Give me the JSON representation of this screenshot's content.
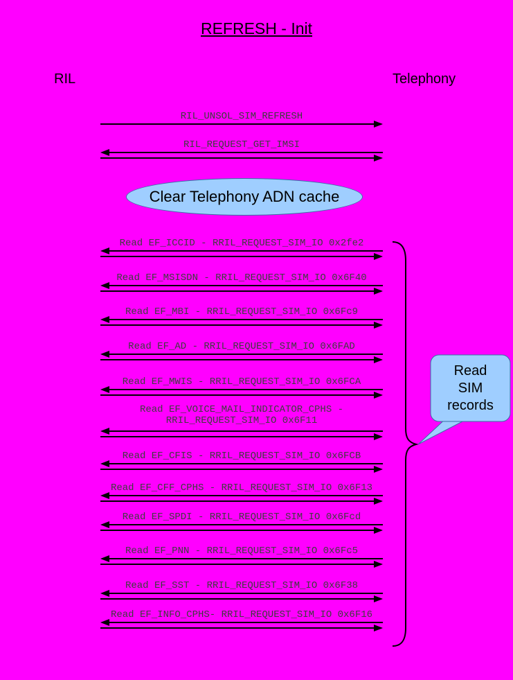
{
  "title": "REFRESH - Init",
  "participants": {
    "left": "RIL",
    "right": "Telephony"
  },
  "note": {
    "label": "Clear Telephony ADN cache"
  },
  "callout": {
    "label": "Read\nSIM\nrecords"
  },
  "colors": {
    "background": "#FF00FF",
    "shape_fill": "#9FCEFF",
    "shape_outline": "#3A6EA5",
    "line": "#000000",
    "label_text": "#3D3D3D"
  },
  "messages": [
    {
      "label": "RIL_UNSOL_SIM_REFRESH",
      "direction": "right"
    },
    {
      "label": "RIL_REQUEST_GET_IMSI",
      "direction": "both"
    },
    {
      "label": "Read EF_ICCID - RRIL_REQUEST_SIM_IO 0x2fe2",
      "direction": "both"
    },
    {
      "label": "Read EF_MSISDN - RRIL_REQUEST_SIM_IO 0x6F40",
      "direction": "both"
    },
    {
      "label": "Read EF_MBI - RRIL_REQUEST_SIM_IO 0x6Fc9",
      "direction": "both"
    },
    {
      "label": "Read EF_AD - RRIL_REQUEST_SIM_IO 0x6FAD",
      "direction": "both"
    },
    {
      "label": "Read EF_MWIS - RRIL_REQUEST_SIM_IO 0x6FCA",
      "direction": "both"
    },
    {
      "label": "Read EF_VOICE_MAIL_INDICATOR_CPHS -\nRRIL_REQUEST_SIM_IO 0x6F11",
      "direction": "both"
    },
    {
      "label": "Read EF_CFIS - RRIL_REQUEST_SIM_IO 0x6FCB",
      "direction": "both"
    },
    {
      "label": "Read EF_CFF_CPHS - RRIL_REQUEST_SIM_IO 0x6F13",
      "direction": "both"
    },
    {
      "label": "Read EF_SPDI - RRIL_REQUEST_SIM_IO 0x6Fcd",
      "direction": "both"
    },
    {
      "label": "Read EF_PNN - RRIL_REQUEST_SIM_IO 0x6Fc5",
      "direction": "both"
    },
    {
      "label": "Read EF_SST - RRIL_REQUEST_SIM_IO 0x6F38",
      "direction": "both"
    },
    {
      "label": "Read EF_INFO_CPHS- RRIL_REQUEST_SIM_IO 0x6F16",
      "direction": "both"
    }
  ]
}
